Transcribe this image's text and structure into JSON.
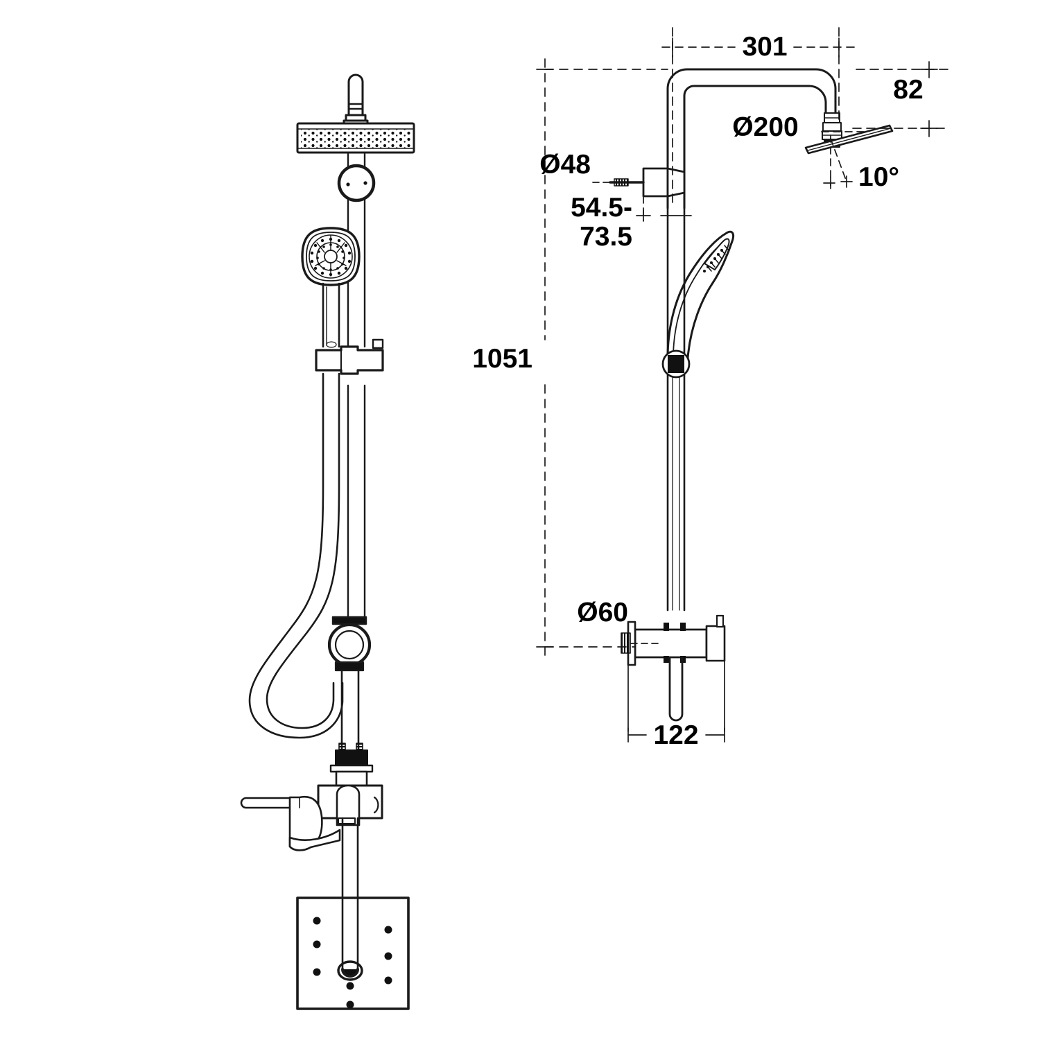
{
  "drawing": {
    "title": "Shower column technical dimension drawing",
    "units": "mm",
    "line_color": "#1a1a1a",
    "background": "#ffffff",
    "views": [
      {
        "name": "front-elevation",
        "position": "left"
      },
      {
        "name": "side-elevation",
        "position": "right"
      }
    ]
  },
  "dimensions": {
    "arm_reach": "301",
    "head_drop": "82",
    "head_diameter": "Ø200",
    "head_tilt": "10°",
    "bracket_diameter": "Ø48",
    "bracket_range": "54.5-",
    "bracket_range_2": "73.5",
    "overall_height": "1051",
    "valve_diameter": "Ø60",
    "valve_projection": "122"
  },
  "labels": {
    "arm_reach": "301",
    "head_drop": "82",
    "head_diameter": "Ø200",
    "head_tilt": "10°",
    "bracket_diameter": "Ø48",
    "bracket_range_top": "54.5-",
    "bracket_range_bottom": "73.5",
    "overall_height": "1051",
    "valve_diameter": "Ø60",
    "valve_projection": "122"
  },
  "components": {
    "rain_head": "rain-shower-head",
    "riser_rail": "riser-rail",
    "diverter": "diverter-knob",
    "hand_shower": "hand-shower",
    "slide_holder": "slide-bar-holder",
    "hose": "flexible-hose",
    "elbow_outlet": "hose-outlet-elbow",
    "mixer_valve": "mixer-valve",
    "lever_handle": "lever-handle",
    "mounting_plate": "mounting-plate",
    "wall_bracket": "wall-bracket",
    "shower_arm": "shower-arm"
  }
}
